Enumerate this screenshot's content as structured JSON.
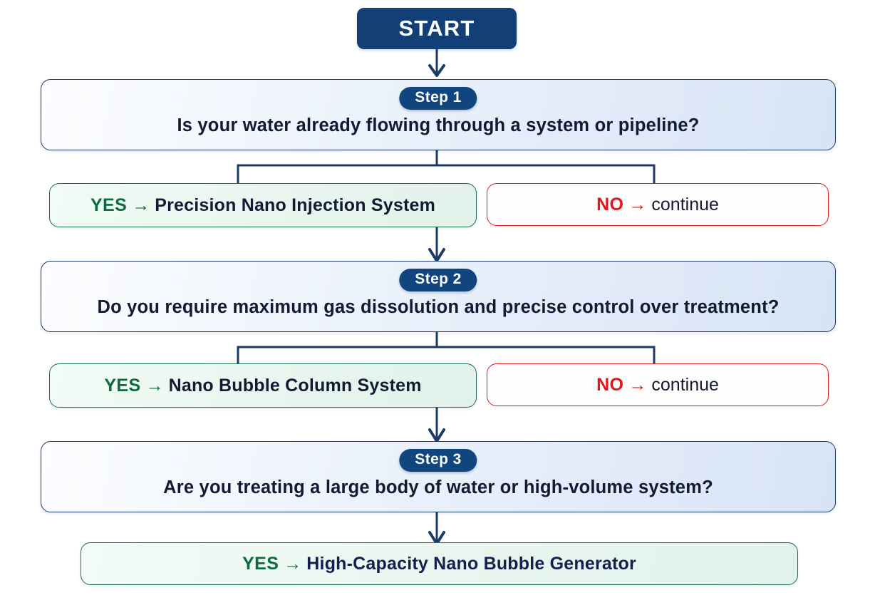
{
  "diagram": {
    "title_node": {
      "label": "START"
    },
    "steps": [
      {
        "badge": "Step 1",
        "question": "Is your water already flowing through a system or pipeline?",
        "yes": {
          "keyword": "YES",
          "arrow": "→",
          "result": "Precision Nano Injection System"
        },
        "no": {
          "keyword": "NO",
          "arrow": "→",
          "result": "continue"
        }
      },
      {
        "badge": "Step 2",
        "question": "Do you require maximum gas dissolution and precise control over treatment?",
        "yes": {
          "keyword": "YES",
          "arrow": "→",
          "result": "Nano Bubble Column System"
        },
        "no": {
          "keyword": "NO",
          "arrow": "→",
          "result": "continue"
        }
      },
      {
        "badge": "Step 3",
        "question": "Are you treating a large body of water or high-volume system?",
        "yes": {
          "keyword": "YES",
          "arrow": "→",
          "result": "High-Capacity Nano Bubble Generator"
        }
      }
    ],
    "colors": {
      "navy": "#123f76",
      "badge_navy": "#11457e",
      "question_text": "#111b33",
      "green_border": "#17724c",
      "green_text": "#0d6b3f",
      "green_fill": "#e7f5ee",
      "red_border": "#e02020",
      "red_text": "#e4161b",
      "connector": "#1c3a66",
      "step_fill_start": "#fcfdff",
      "step_fill_end": "#d8e4f6",
      "page_background": "#ffffff"
    }
  }
}
